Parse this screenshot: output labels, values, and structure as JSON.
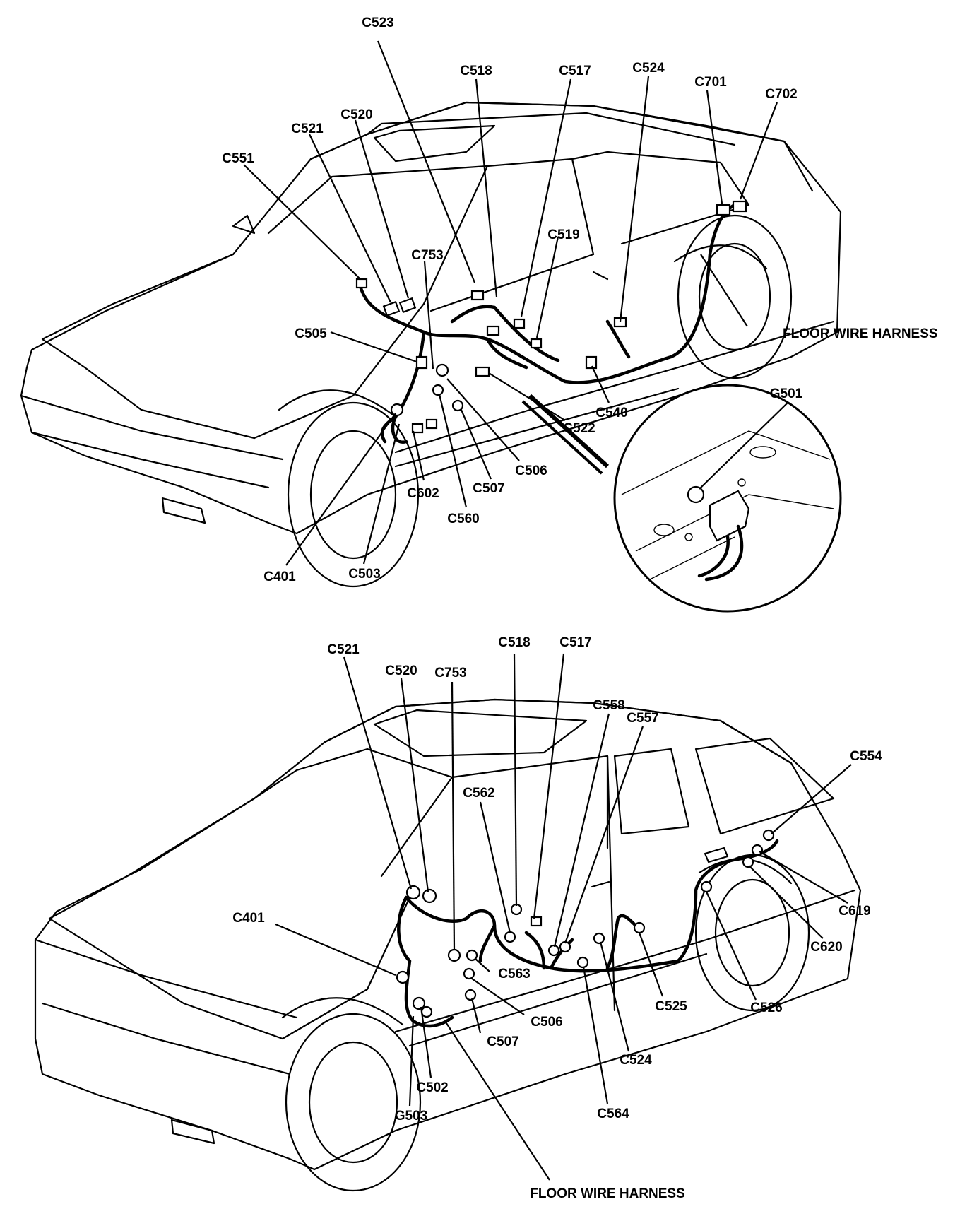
{
  "sedan": {
    "labels": {
      "c523": "C523",
      "c518": "C518",
      "c517": "C517",
      "c524": "C524",
      "c701": "C701",
      "c702": "C702",
      "c521": "C521",
      "c520": "C520",
      "c551": "C551",
      "c753": "C753",
      "c519": "C519",
      "c505": "C505",
      "floor_harness": "FLOOR WIRE HARNESS",
      "g501": "G501",
      "c540": "C540",
      "c522": "C522",
      "c506": "C506",
      "c507": "C507",
      "c602": "C602",
      "c560": "C560",
      "c401": "C401",
      "c503": "C503"
    }
  },
  "wagon": {
    "labels": {
      "c521": "C521",
      "c518": "C518",
      "c517": "C517",
      "c520": "C520",
      "c753": "C753",
      "c558": "C558",
      "c557": "C557",
      "c554": "C554",
      "c562": "C562",
      "c401": "C401",
      "c563": "C563",
      "c619": "C619",
      "c620": "C620",
      "c525": "C525",
      "c526": "C526",
      "c506": "C506",
      "c507": "C507",
      "c524": "C524",
      "c502": "C502",
      "c564": "C564",
      "g503": "G503",
      "floor_harness": "FLOOR WIRE HARNESS"
    }
  }
}
